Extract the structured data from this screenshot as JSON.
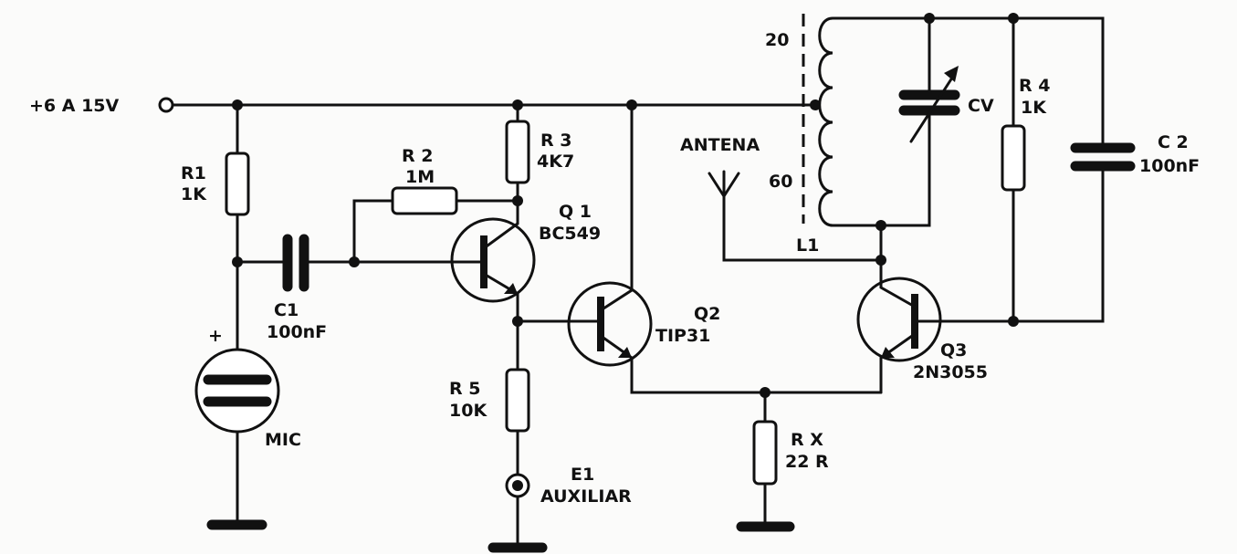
{
  "supply_label": "+6 A 15V",
  "components": {
    "R1": {
      "name": "R1",
      "value": "1K"
    },
    "R2": {
      "name": "R 2",
      "value": "1M"
    },
    "R3": {
      "name": "R 3",
      "value": "4K7"
    },
    "R4": {
      "name": "R 4",
      "value": "1K"
    },
    "R5": {
      "name": "R 5",
      "value": "10K"
    },
    "RX": {
      "name": "R X",
      "value": "22 R"
    },
    "C1": {
      "name": "C1",
      "value": "100nF"
    },
    "C2": {
      "name": "C 2",
      "value": "100nF"
    },
    "CV": {
      "name": "CV"
    },
    "Q1": {
      "name": "Q 1",
      "value": "BC549"
    },
    "Q2": {
      "name": "Q2",
      "value": "TIP31"
    },
    "Q3": {
      "name": "Q3",
      "value": "2N3055"
    },
    "L1": {
      "name": "L1",
      "tap_top": "20",
      "tap_bottom": "60"
    },
    "MIC": {
      "name": "MIC",
      "polarity": "+"
    },
    "E1": {
      "name": "E1",
      "value": "AUXILIAR"
    },
    "antenna": {
      "name": "ANTENA"
    }
  }
}
